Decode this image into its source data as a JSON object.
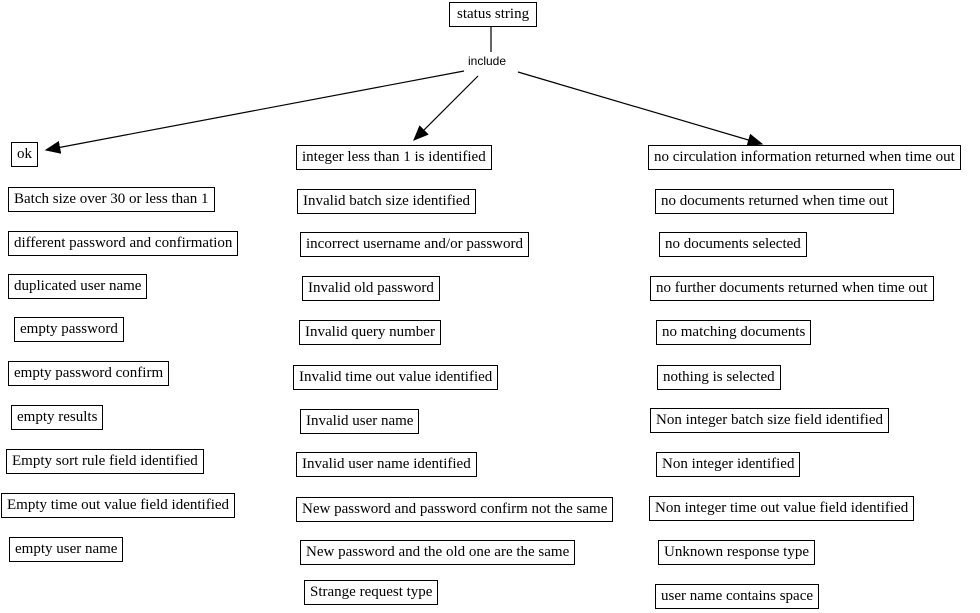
{
  "diagram": {
    "root_label": "status string",
    "edge_label": "include",
    "columns": [
      {
        "name": "left-branch",
        "items": [
          "ok",
          "Batch size over 30 or less than 1",
          "different password and confirmation",
          "duplicated user name",
          "empty password",
          "empty password confirm",
          "empty results",
          "Empty sort rule field identified",
          "Empty time out value field identified",
          "empty user name"
        ]
      },
      {
        "name": "middle-branch",
        "items": [
          "integer less than 1 is identified",
          "Invalid batch size identified",
          "incorrect username and/or password",
          "Invalid old password",
          "Invalid query number",
          "Invalid time out value identified",
          "Invalid user name",
          "Invalid user name identified",
          "New password and password confirm not the same",
          "New password and the old one are the same",
          "Strange request type"
        ]
      },
      {
        "name": "right-branch",
        "items": [
          "no circulation information returned when time out",
          "no documents returned when time out",
          "no documents selected",
          "no further documents returned when time out",
          "no matching documents",
          "nothing is selected",
          "Non integer batch size field identified",
          "Non integer identified",
          "Non integer time out value field identified",
          "Unknown response type",
          "user name contains space"
        ]
      }
    ]
  },
  "colors": {
    "background": "#ffffff",
    "line": "#000000",
    "box_border": "#000000",
    "text": "#000000"
  }
}
